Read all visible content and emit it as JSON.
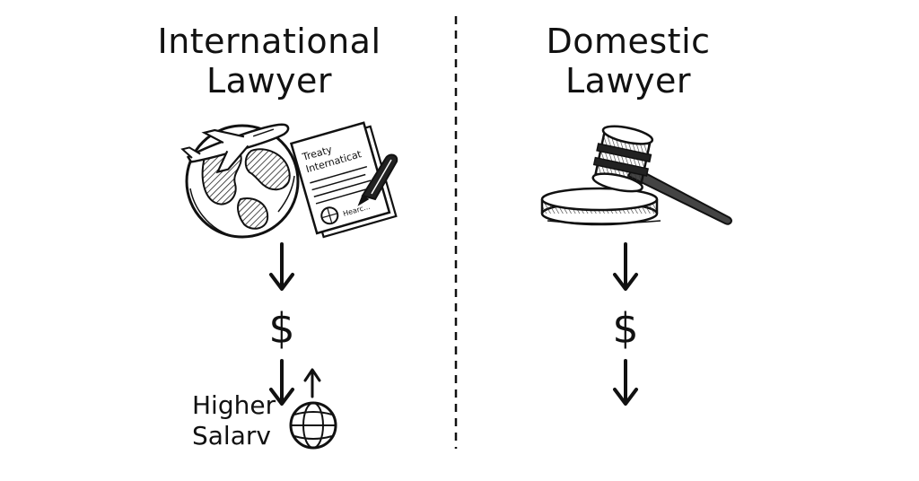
{
  "left_column": {
    "title_line1": "International",
    "title_line2": "Lawyer",
    "document_heading1": "Treaty",
    "document_heading2": "Internaticat",
    "document_signature": "Hearc...",
    "currency_symbol": "$",
    "note_line1": "Higher",
    "note_line2": "Salarv"
  },
  "right_column": {
    "title_line1": "Domestic",
    "title_line2": "Lawyer",
    "currency_symbol": "$"
  },
  "icons": {
    "left": [
      "globe-icon",
      "airplane-icon",
      "treaty-document-icon",
      "pen-icon",
      "arrow-down-icon",
      "dollar-icon",
      "arrow-down-icon",
      "arrow-up-icon",
      "small-globe-icon"
    ],
    "right": [
      "gavel-icon",
      "sound-block-icon",
      "arrow-down-icon",
      "dollar-icon",
      "arrow-down-icon"
    ]
  },
  "colors": {
    "ink": "#111111",
    "background": "#ffffff"
  }
}
